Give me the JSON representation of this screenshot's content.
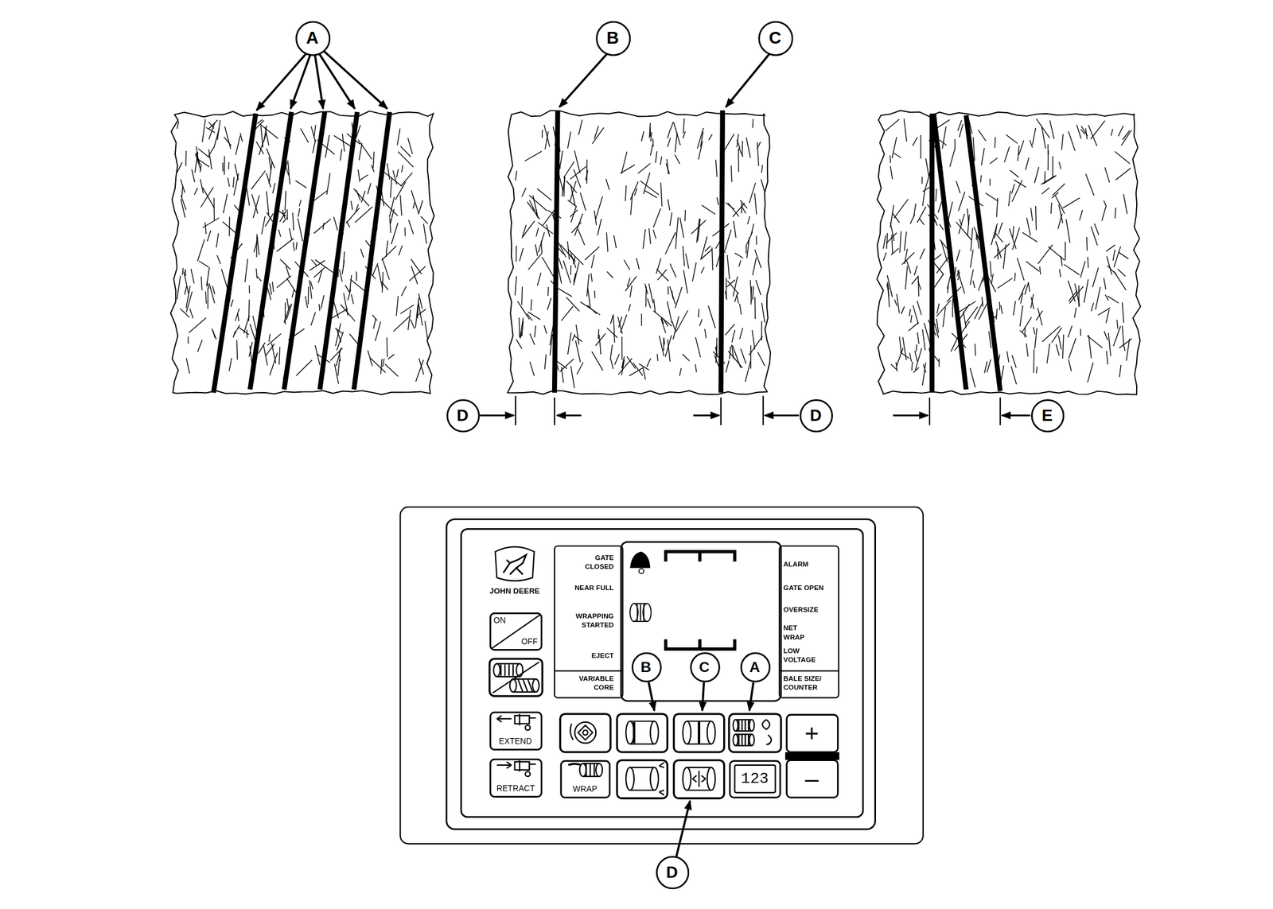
{
  "diagram": {
    "nodes": [
      {
        "text": [
          "A"
        ]
      },
      {
        "text": [
          "B"
        ]
      },
      {
        "text": [
          "C"
        ]
      },
      {
        "text": [
          "D"
        ]
      },
      {
        "text": [
          "D"
        ]
      },
      {
        "text": [
          "E"
        ]
      },
      {
        "text": [
          "ON",
          "OFF"
        ]
      },
      {
        "text": [
          "B"
        ]
      },
      {
        "text": [
          "C"
        ]
      },
      {
        "text": [
          "A"
        ]
      },
      {
        "text": [
          "EXTEND"
        ]
      },
      {
        "text": [
          "+"
        ]
      },
      {
        "text": [
          "RETRACT"
        ]
      },
      {
        "text": [
          "WRAP"
        ]
      },
      {
        "text": [
          "123"
        ]
      },
      {
        "text": [
          "–"
        ]
      },
      {
        "text": [
          "D"
        ]
      }
    ],
    "labels": [
      "JOHN DEERE",
      "GATE CLOSED",
      "ALARM",
      "NEAR FULL",
      "GATE OPEN",
      "OVERSIZE",
      "WRAPPING STARTED",
      "NET WRAP",
      "LOW VOLTAGE",
      "EJECT",
      "VARIABLE CORE",
      "BALE SIZE/ COUNTER"
    ]
  }
}
